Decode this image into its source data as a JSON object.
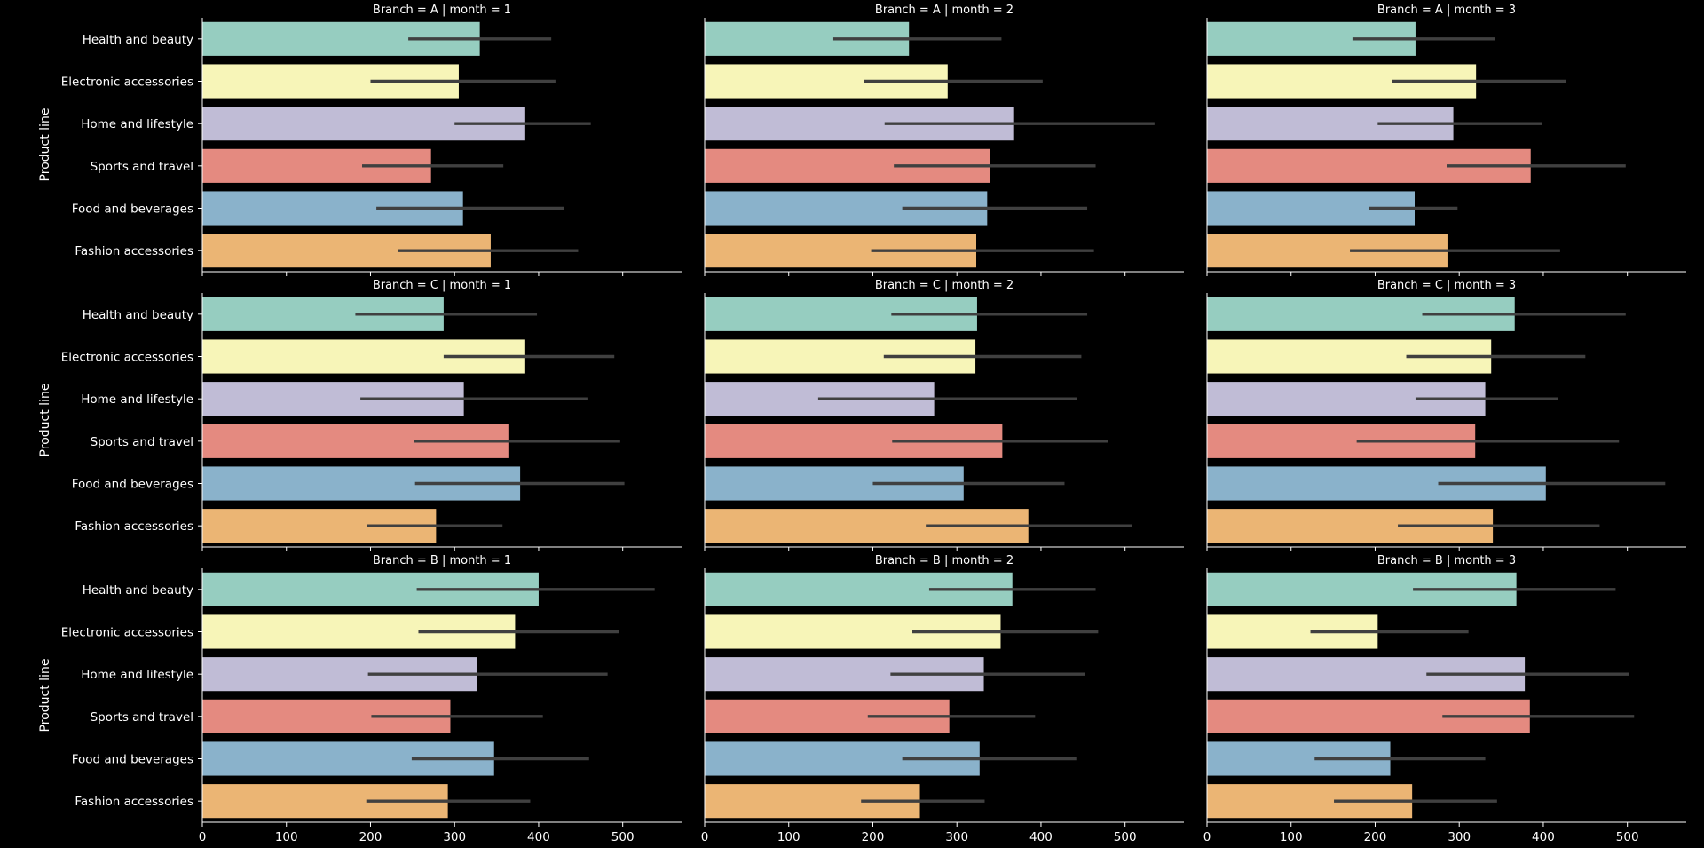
{
  "chart_data": {
    "type": "bar",
    "orientation": "horizontal",
    "background": "#000000",
    "foreground": "#ffffff",
    "errorbar_color": "#404040",
    "ylabel": "Product line",
    "categories": [
      "Health and beauty",
      "Electronic accessories",
      "Home and lifestyle",
      "Sports and travel",
      "Food and beverages",
      "Fashion accessories"
    ],
    "colors": [
      "#96cdc0",
      "#f7f5b8",
      "#c0bcd6",
      "#e48a80",
      "#8ab2cb",
      "#ebb574"
    ],
    "xlim": [
      0,
      570
    ],
    "xticks": [
      0,
      100,
      200,
      300,
      400,
      500
    ],
    "grid": false,
    "facets": [
      {
        "title": "Branch = A | month = 1",
        "values": [
          330,
          305,
          383,
          272,
          310,
          343
        ],
        "ci_low": [
          245,
          200,
          300,
          190,
          207,
          233
        ],
        "ci_high": [
          415,
          420,
          462,
          358,
          430,
          447
        ]
      },
      {
        "title": "Branch = A | month = 2",
        "values": [
          243,
          289,
          367,
          339,
          336,
          323
        ],
        "ci_low": [
          153,
          190,
          214,
          225,
          235,
          198
        ],
        "ci_high": [
          353,
          402,
          535,
          465,
          455,
          463
        ]
      },
      {
        "title": "Branch = A | month = 3",
        "values": [
          248,
          320,
          293,
          385,
          247,
          286
        ],
        "ci_low": [
          173,
          220,
          203,
          285,
          193,
          170
        ],
        "ci_high": [
          343,
          427,
          398,
          498,
          298,
          420
        ]
      },
      {
        "title": "Branch = C | month = 1",
        "values": [
          287,
          383,
          311,
          364,
          378,
          278
        ],
        "ci_low": [
          182,
          287,
          188,
          252,
          253,
          196
        ],
        "ci_high": [
          398,
          490,
          458,
          497,
          502,
          357
        ]
      },
      {
        "title": "Branch = C | month = 2",
        "values": [
          324,
          322,
          273,
          354,
          308,
          385
        ],
        "ci_low": [
          222,
          213,
          135,
          223,
          200,
          263
        ],
        "ci_high": [
          455,
          448,
          443,
          480,
          428,
          508
        ]
      },
      {
        "title": "Branch = C | month = 3",
        "values": [
          366,
          338,
          331,
          319,
          403,
          340
        ],
        "ci_low": [
          256,
          237,
          248,
          178,
          275,
          227
        ],
        "ci_high": [
          498,
          450,
          417,
          490,
          545,
          467
        ]
      },
      {
        "title": "Branch = B | month = 1",
        "values": [
          400,
          372,
          327,
          295,
          347,
          292
        ],
        "ci_low": [
          255,
          257,
          197,
          201,
          249,
          195
        ],
        "ci_high": [
          538,
          496,
          482,
          405,
          460,
          390
        ]
      },
      {
        "title": "Branch = B | month = 2",
        "values": [
          366,
          352,
          332,
          291,
          327,
          256
        ],
        "ci_low": [
          267,
          247,
          221,
          194,
          235,
          186
        ],
        "ci_high": [
          465,
          468,
          452,
          393,
          442,
          333
        ]
      },
      {
        "title": "Branch = B | month = 3",
        "values": [
          368,
          203,
          378,
          384,
          218,
          244
        ],
        "ci_low": [
          245,
          123,
          261,
          280,
          128,
          151
        ],
        "ci_high": [
          486,
          311,
          502,
          508,
          331,
          345
        ]
      }
    ]
  }
}
